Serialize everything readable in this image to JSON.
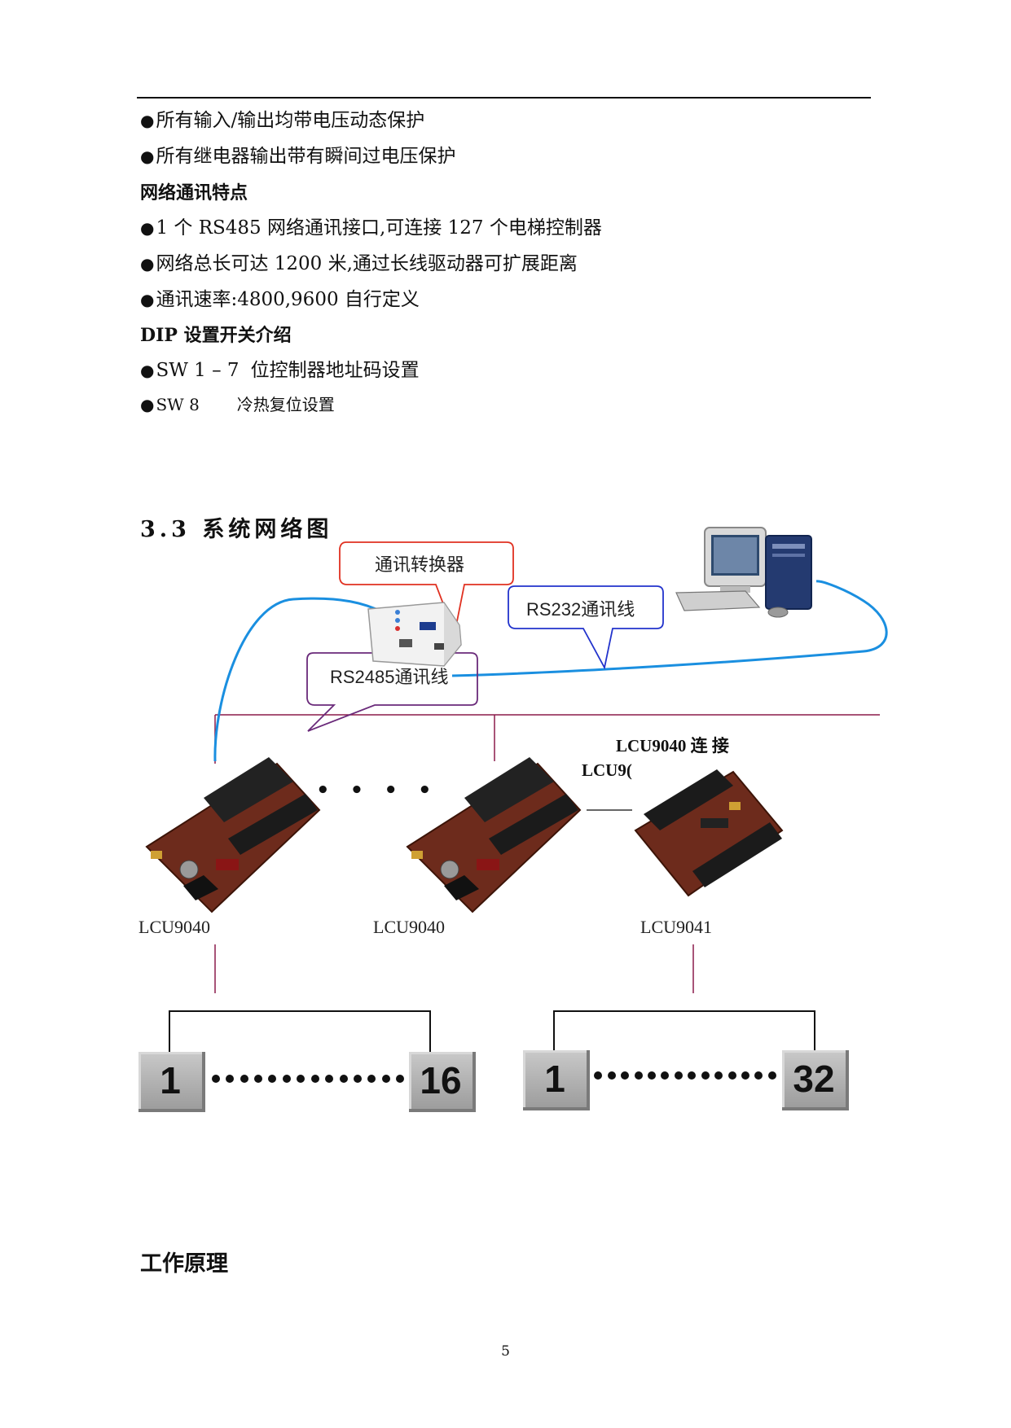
{
  "bullet_symbol": "●",
  "features_protection": [
    "所有输入/输出均带电压动态保护",
    "所有继电器输出带有瞬间过电压保护"
  ],
  "network_heading": "网络通讯特点",
  "network_features": [
    "1 个 RS485 网络通讯接口,可连接 127 个电梯控制器",
    "网络总长可达 1200 米,通过长线驱动器可扩展距离",
    "通讯速率:4800,9600 自行定义"
  ],
  "dip_heading": "DIP 设置开关介绍",
  "dip_items": [
    {
      "key": "SW  1 – 7",
      "text": "位控制器地址码设置"
    },
    {
      "key": "SW 8",
      "text": "冷热复位设置"
    }
  ],
  "section_title": "3.3 系统网络图",
  "diagram": {
    "converter_callout": "通讯转换器",
    "rs232_callout": "RS232通讯线",
    "rs485_callout": "RS2485通讯线",
    "connect_label": "LCU9040 连 接",
    "connect_label_truncated": "LCU9(",
    "ellipsis_dots": "• • • •",
    "controllers": [
      "LCU9040",
      "LCU9040",
      "LCU9041"
    ],
    "range_left": {
      "start": "1",
      "end": "16"
    },
    "range_right": {
      "start": "1",
      "end": "32"
    },
    "range_dots_count": 14,
    "colors": {
      "bus_line": "#8b1a4a",
      "cable_blue": "#1a8fe0",
      "rs232_callout": "#2233cc",
      "rs485_callout": "#6a2a7a",
      "converter_callout": "#e03020"
    }
  },
  "work_heading": "工作原理",
  "page_number": "5"
}
